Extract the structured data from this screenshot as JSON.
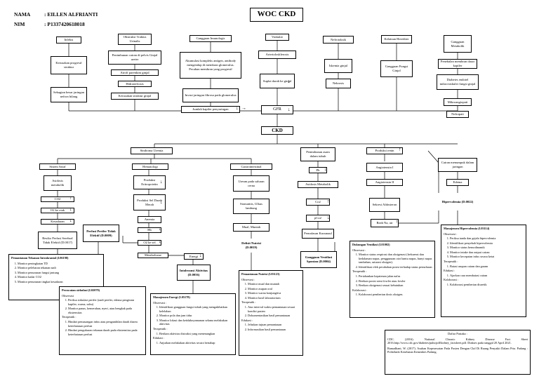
{
  "header": {
    "nama_label": "NAMA",
    "nama_value": ": EILLEN ALFRIANTI",
    "nim_label": "NIM",
    "nim_value": ": P1337420618018",
    "title": "WOC CKD"
  },
  "etiology": {
    "infeksi": "Infeksi",
    "obstruksi": "Obstruksi Traktus Urinalis",
    "imunologis": "Gangguan Imunologis",
    "vaskular": "Vaskular",
    "nefrotoksik": "Nefrotoksik",
    "herediter": "Kelainan Herediter",
    "metabolik": "Gangguan Metabolik"
  },
  "infeksi_chain": [
    "Kerusakan progresif struktur",
    "Sebagian besar jaringan nefron hilang"
  ],
  "obstruksi_chain": [
    "Penimbunan cairan di pelvis Ginjal ureter",
    "Atrofi parenkim ginjal",
    "Hidronefrosis",
    "Kerusakan struktur ginjal"
  ],
  "imun_chain": [
    "Akumulasi kompleks antigen, antibody mengendap di membran glomerulus. Pecahan membran yang progresif",
    "Invasi jaringan fibrosa pada glomerulus",
    "Jumlah kapiler penyaringan"
  ],
  "vaskular_chain": [
    "Arteriolosklerosis",
    "Suplai darah ke ginjal"
  ],
  "gfr": "GFR",
  "nefro_chain": [
    "Iskemia ginjal",
    "Nekrosis"
  ],
  "here_chain": [
    "Gangguan Fungsi Ginjal"
  ],
  "meta_chain": [
    "Penebalan membran dasar kapiler",
    "Diabetes endotel mikrovaskuler fungsi ginjal",
    "Mikroangiopati",
    "Nefropati"
  ],
  "ckd": "CKD",
  "uremia": {
    "title": "Sindroma Uremia",
    "branches": [
      "Sistem Saraf",
      "Hematologi",
      "Gastrointestinal"
    ]
  },
  "saraf": [
    "Asidosis metabolik",
    "CO2",
    "O2 ke otak",
    "Kesadaran",
    "Resiko Perfusi Serebral Tidak Efektif (D.0017)"
  ],
  "hemato": [
    "Produksi Eritropoietin",
    "Produksi Sel Darah Merah",
    "Anemia",
    "Hb",
    "O2 ke sel",
    "Metabolisme",
    "Energi"
  ],
  "perfusi": "Perfusi Perifer Tidak Efektif (D.0009)",
  "intoleransi": "Intoleransi Aktivitas (D.0056)",
  "gastro": [
    "Ureum pada saluran cerna",
    "Stomatitis, Ulkus lambung",
    "Mual, Muntah",
    "Defisit Nutrisi (D.0019)"
  ],
  "natrium": [
    "Penimbunan asam dalam tubuh",
    "Ph",
    "Asidosis Metabolik",
    "Co2",
    "pCo2",
    "Pernafasan Kussmaul",
    "Gangguan Ventilasi Spontan (D.0004)"
  ],
  "renin": [
    "Produksi renin",
    "Angiotensin I",
    "Angiotensin II",
    "Sekresi Aldosteron",
    "Reab Na, air"
  ],
  "hiper": [
    "Cairan menumpuk dalam jaringan",
    "Edema",
    "Hipervolemia (D.0022)"
  ],
  "panels": {
    "tekanan": {
      "title": "Pemantauan Tekanan Intrakranial (I.06198)",
      "items": [
        "Monitor peningkatan TD",
        "Monitor pelebaran tekanan nadi",
        "Monitor penurunan fungsi jantung",
        "Monitor kadar CO2",
        "Monitor penurunan tingkat kesadaran"
      ]
    },
    "sirkulasi": {
      "title": "Perawatan sirkulasi (I.02079)",
      "obs": "Observasi",
      "obs_items": [
        "Periksa sirkulasi perifer (nadi perifer, edema pengisian kapiler, warna, suhu)",
        "Monitor panas, kemerahan, nyeri, atau bengkak pada ekstremitas"
      ],
      "ter": "Terapeutik :",
      "ter_items": [
        "Hindari pemasangan infus atau pengambilan darah diarea keterbatasan perfusi",
        "Hindari pengukuran tekanan darah pada ekstremitas pada keterbatasan perfusi"
      ]
    },
    "energi": {
      "title": "Manajemen Energi (I.05178)",
      "obs": "Observasi :",
      "obs_items": [
        "Identifikasi gangguan fungsi tubuh yang mengakibatkan kelelahan",
        "Monitor pola dan jam tidur",
        "Monitor lokasi dan ketidaknyamanan selama melakukan aktivitas"
      ],
      "ter": "Terapeutik :",
      "ter_items": [
        "Berikan aktivitas distraksi yang menenangkan"
      ],
      "edu": "Edukasi :",
      "edu_items": [
        "Anjurkan melakukan aktivitas secara bertahap"
      ]
    },
    "nutrisi": {
      "title": "Pemantauan Nutrisi (I.03123)",
      "obs": "Observasi :",
      "obs_items": [
        "Monitor mual dan muntah",
        "Monitor asupan oral",
        "Monitor warna konjungtiva",
        "Monitor hasil laboratorium"
      ],
      "ter": "Terapeutik :",
      "ter_items": [
        "Atur interval waktu pemantauan sesuai kondisi pasien",
        "Dokumentasikan hasil pemantauan"
      ],
      "edu": "Edukasi :",
      "edu_items": [
        "Jelaskan tujuan pemantauan",
        "Informasikan hasil pemantauan"
      ]
    },
    "ventilasi": {
      "title": "Dukungan Ventilasi (I.01002)",
      "obs": "Observasi :",
      "obs_items": [
        "Monitor status respirasi dan oksigenasi (frekuensi dan kedalaman napas, penggunaan otot bantu napas, bunyi napas tambahan, saturasi oksigen).",
        "Identifikasi efek perubahan posisi terhadap status pernafasan"
      ],
      "ter": "Terapeutik :",
      "ter_items": [
        "Pertahankan kepatenan jalan nafas",
        "Berikan posisi semi fowler atau fowler",
        "Berikan oksigenasi sesuai kebutuhan"
      ],
      "kol": "Kolaborasi :",
      "kol_items": [
        "Kolaborasi pemberian dosis oksigen."
      ]
    },
    "hipervolemia": {
      "title": "Manajemen Hipervolemia (I.03114)",
      "obs": "Observasi :",
      "obs_items": [
        "Periksa tanda dan gejala hipervolemia",
        "Identifikasi penyebab hipervolemia",
        "Monitor status hemodinamik",
        "Monitor intake dan output cairan",
        "Monitor kecepatan infus secara ketat"
      ],
      "ter": "Terapeutik :",
      "ter_items": [
        "Batasi asupan cairan dan garam"
      ],
      "edu": "Edukasi :",
      "edu_items": [
        "Ajarkan cara membatasi cairan"
      ],
      "kol": "Kolaborasi :",
      "kol_items": [
        "Kolaborasi pemberian diuretik"
      ]
    }
  },
  "pustaka": {
    "title": "Daftar Pustaka :",
    "entries": [
      "CDC. (2016). National Chronic Kidney Disease Fact Sheet 2016.http://www.cdc.gov/diabetes/pubs/pdf/kidney_factsheet.pdf. Diakses pada tanggal 20 April 2021.",
      "Ramadhani, W. (2017). Asuhan Keperawatan Pada Pasien Dengan Ckd Di Ruang Penyakit Dalam Pria. Padang : Politeknik Kesehatan Kemenkes Padang."
    ]
  }
}
